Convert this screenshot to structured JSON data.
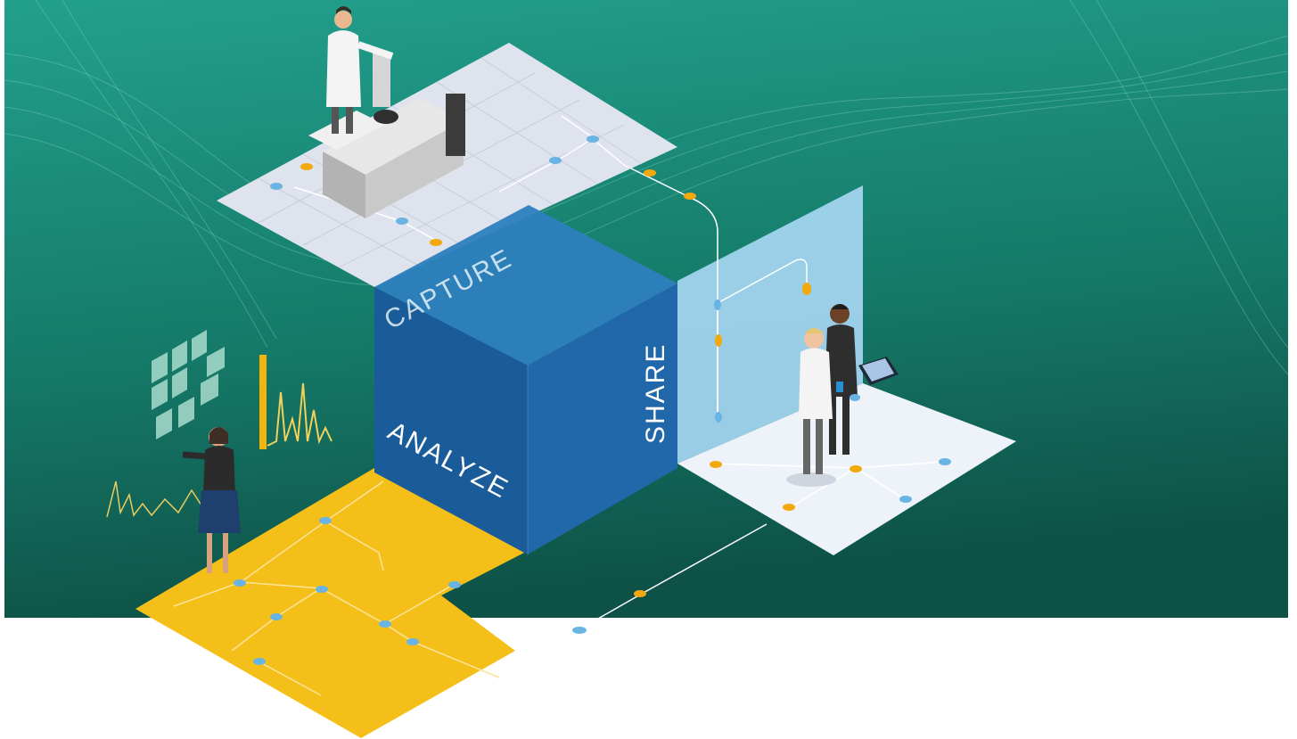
{
  "labels": {
    "capture": "CAPTURE",
    "analyze": "ANALYZE",
    "share": "SHARE"
  },
  "colors": {
    "background_top": "#1f9a88",
    "background_bottom": "#0f5a50",
    "cube_top": "#2d7fbd",
    "cube_left": "#1a5c99",
    "cube_right": "#2168aa",
    "capture_platform": "#dfe3ee",
    "analyze_platform": "#f5bf1a",
    "share_panel": "#a9d8f5",
    "share_platform": "#eef3f9",
    "node_blue": "#6ab4e4",
    "node_yellow": "#f2a90d"
  },
  "icons": {
    "scientist_capture": "scientist-at-instrument-icon",
    "analyst": "analyst-woman-icon",
    "share_people": "two-scientists-with-tablet-icon",
    "instrument": "lab-instrument-icon",
    "chromatogram": "chromatogram-icon",
    "data_tiles": "data-tiles-icon"
  }
}
